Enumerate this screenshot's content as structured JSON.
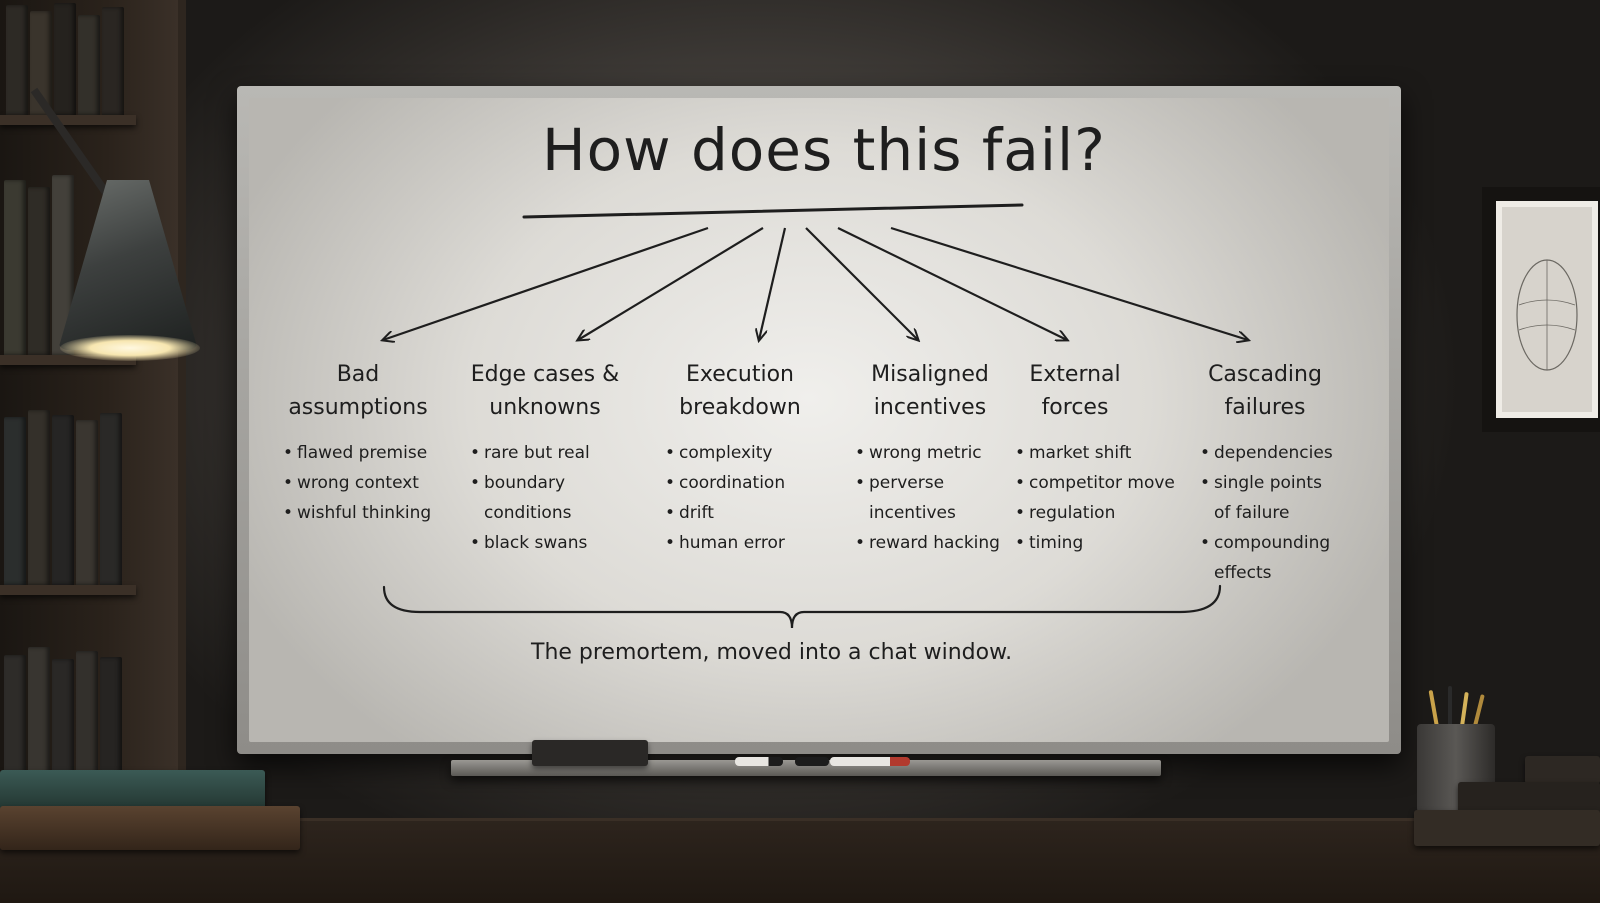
{
  "whiteboard": {
    "title": "How does this fail?",
    "caption": "The premortem, moved into a chat window.",
    "columns": [
      {
        "heading": "Bad assumptions",
        "items": [
          "flawed premise",
          "wrong context",
          "wishful thinking"
        ]
      },
      {
        "heading": "Edge cases & unknowns",
        "items": [
          "rare but real",
          "boundary conditions",
          "black swans"
        ]
      },
      {
        "heading": "Execution breakdown",
        "items": [
          "complexity",
          "coordination",
          "drift",
          "human error"
        ]
      },
      {
        "heading": "Misaligned incentives",
        "items": [
          "wrong metric",
          "perverse incentives",
          "reward hacking"
        ]
      },
      {
        "heading": "External forces",
        "items": [
          "market shift",
          "competitor move",
          "regulation",
          "timing"
        ]
      },
      {
        "heading": "Cascading failures",
        "items": [
          "dependencies",
          "single points of failure",
          "compounding effects"
        ]
      }
    ]
  },
  "colors": {
    "ink": "#1e1e1e",
    "board": "#e8e7e3",
    "wall": "#4a4642"
  }
}
